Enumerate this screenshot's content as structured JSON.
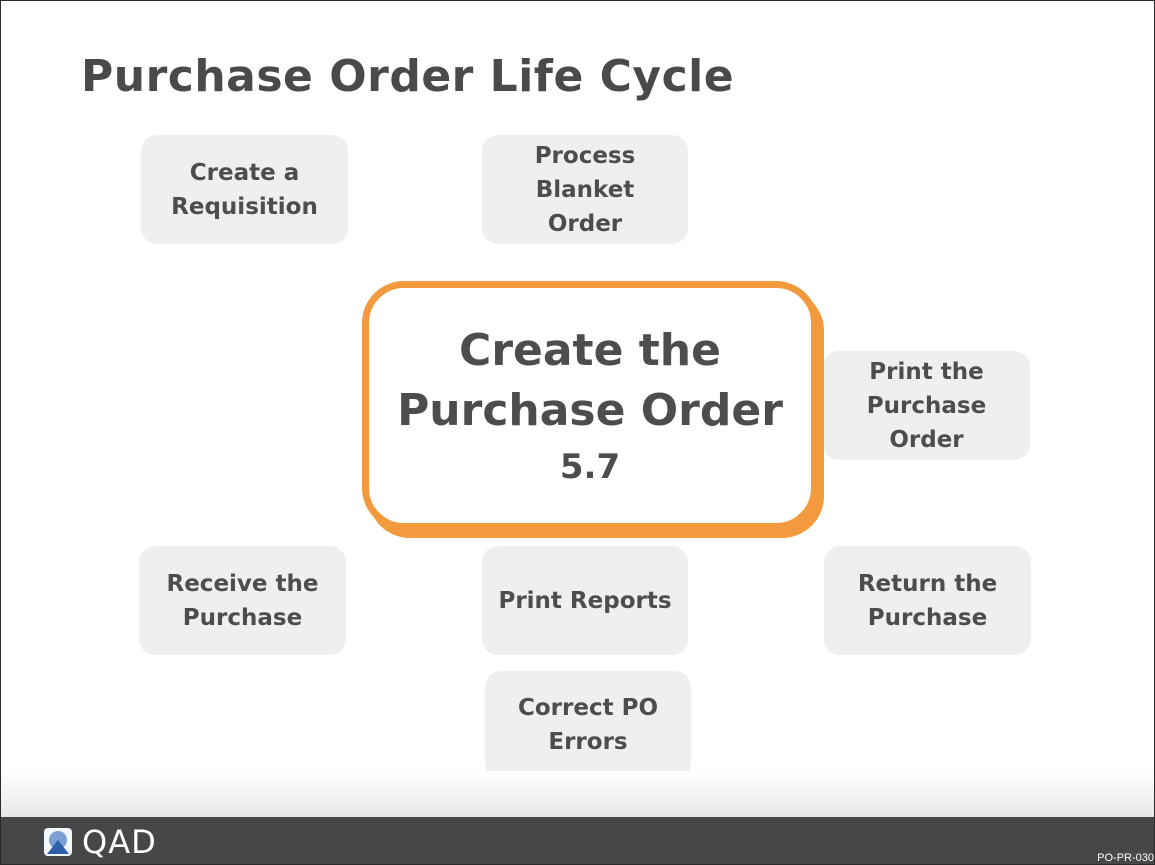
{
  "slide": {
    "title": "Purchase Order Life Cycle"
  },
  "steps": {
    "create_requisition": "Create a Requisition",
    "process_blanket_order": "Process Blanket Order",
    "print_purchase_order": "Print the Purchase Order",
    "receive_purchase": "Receive the Purchase",
    "print_reports": "Print Reports",
    "return_purchase": "Return the Purchase",
    "correct_po_errors": "Correct PO Errors"
  },
  "center": {
    "title": "Create the Purchase Order",
    "number": "5.7"
  },
  "footer": {
    "logo_text": "QAD",
    "slide_code": "PO-PR-030"
  },
  "colors": {
    "accent": "#f29a3d",
    "box_fill": "#efefef",
    "text": "#4d4d4d",
    "footer": "#474747",
    "logo_blue": "#7c9fd3"
  }
}
